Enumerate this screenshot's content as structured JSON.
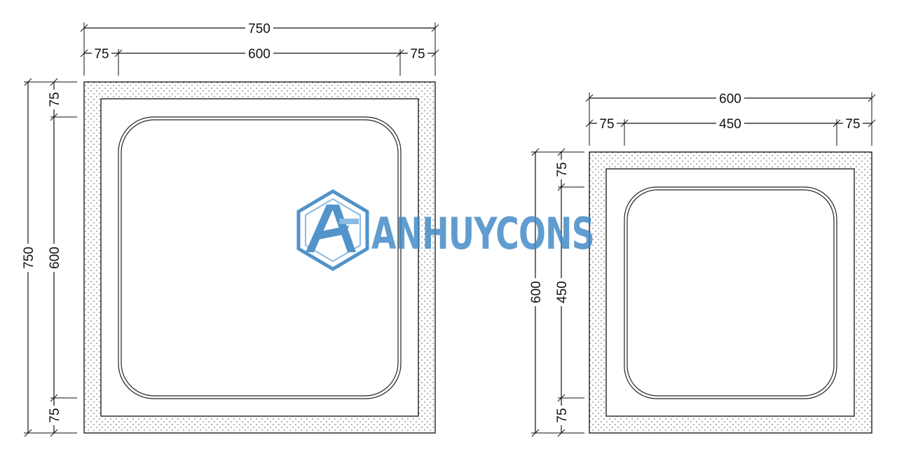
{
  "watermark": {
    "brand": "ANHUYCONS",
    "color": "#3f88c5"
  },
  "left_box": {
    "top_total": "750",
    "top_left": "75",
    "top_mid": "600",
    "top_right": "75",
    "side_total": "750",
    "side_top": "75",
    "side_mid": "600",
    "side_bottom": "75"
  },
  "right_box": {
    "top_total": "600",
    "top_left": "75",
    "top_mid": "450",
    "top_right": "75",
    "side_total": "600",
    "side_top": "75",
    "side_mid": "450",
    "side_bottom": "75"
  }
}
